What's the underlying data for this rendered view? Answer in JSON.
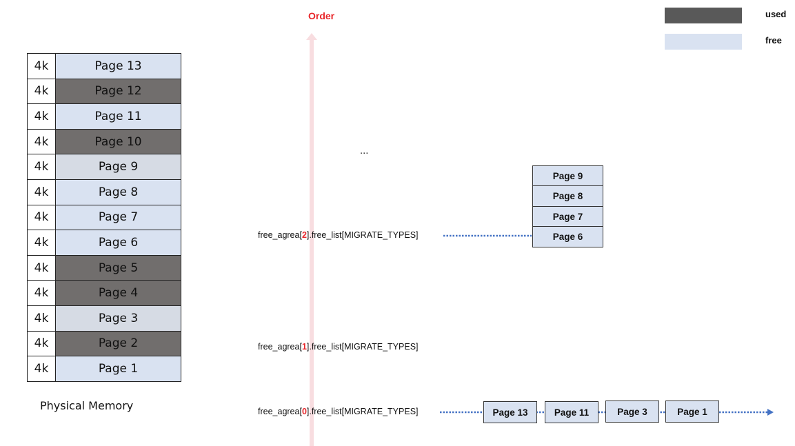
{
  "physical_memory": {
    "label": "Physical Memory",
    "rows": [
      {
        "size": "4k",
        "page": "Page 13",
        "state": "free"
      },
      {
        "size": "4k",
        "page": "Page 12",
        "state": "used"
      },
      {
        "size": "4k",
        "page": "Page 11",
        "state": "free"
      },
      {
        "size": "4k",
        "page": "Page 10",
        "state": "used"
      },
      {
        "size": "4k",
        "page": "Page 9",
        "state": "free-grey"
      },
      {
        "size": "4k",
        "page": "Page 8",
        "state": "free"
      },
      {
        "size": "4k",
        "page": "Page 7",
        "state": "free"
      },
      {
        "size": "4k",
        "page": "Page 6",
        "state": "free"
      },
      {
        "size": "4k",
        "page": "Page 5",
        "state": "used"
      },
      {
        "size": "4k",
        "page": "Page 4",
        "state": "used"
      },
      {
        "size": "4k",
        "page": "Page 3",
        "state": "free-grey"
      },
      {
        "size": "4k",
        "page": "Page 2",
        "state": "used"
      },
      {
        "size": "4k",
        "page": "Page 1",
        "state": "free"
      }
    ]
  },
  "order_axis": {
    "label": "Order",
    "color": "#e8262a",
    "arrow_color": "#f8dde0"
  },
  "ellipsis": "...",
  "legend": {
    "used": {
      "label": "used",
      "color": "#595959"
    },
    "free": {
      "label": "free",
      "color": "#d9e2f1"
    }
  },
  "free_lists": [
    {
      "prefix": "free_agrea[",
      "index": "2",
      "suffix": "].free_list[MIGRATE_TYPES]",
      "pages": [
        "Page 9",
        "Page 8",
        "Page 7",
        "Page 6"
      ]
    },
    {
      "prefix": "free_agrea[",
      "index": "1",
      "suffix": "].free_list[MIGRATE_TYPES]",
      "pages": []
    },
    {
      "prefix": "free_agrea[",
      "index": "0",
      "suffix": "].free_list[MIGRATE_TYPES]",
      "pages": [
        "Page 13",
        "Page 11",
        "Page 3",
        "Page 1"
      ]
    }
  ],
  "colors": {
    "link": "#4472c4",
    "box_fill": "#d9e2f1",
    "used": "#716e6d"
  }
}
